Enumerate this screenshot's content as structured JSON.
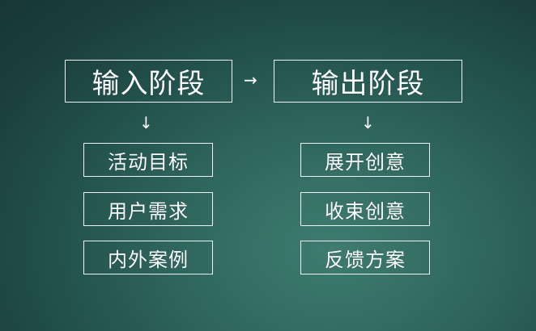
{
  "diagram": {
    "input_stage": "输入阶段",
    "output_stage": "输出阶段",
    "arrow_right": "→",
    "arrow_down": "↓",
    "input_items": [
      "活动目标",
      "用户需求",
      "内外案例"
    ],
    "output_items": [
      "展开创意",
      "收束创意",
      "反馈方案"
    ]
  }
}
